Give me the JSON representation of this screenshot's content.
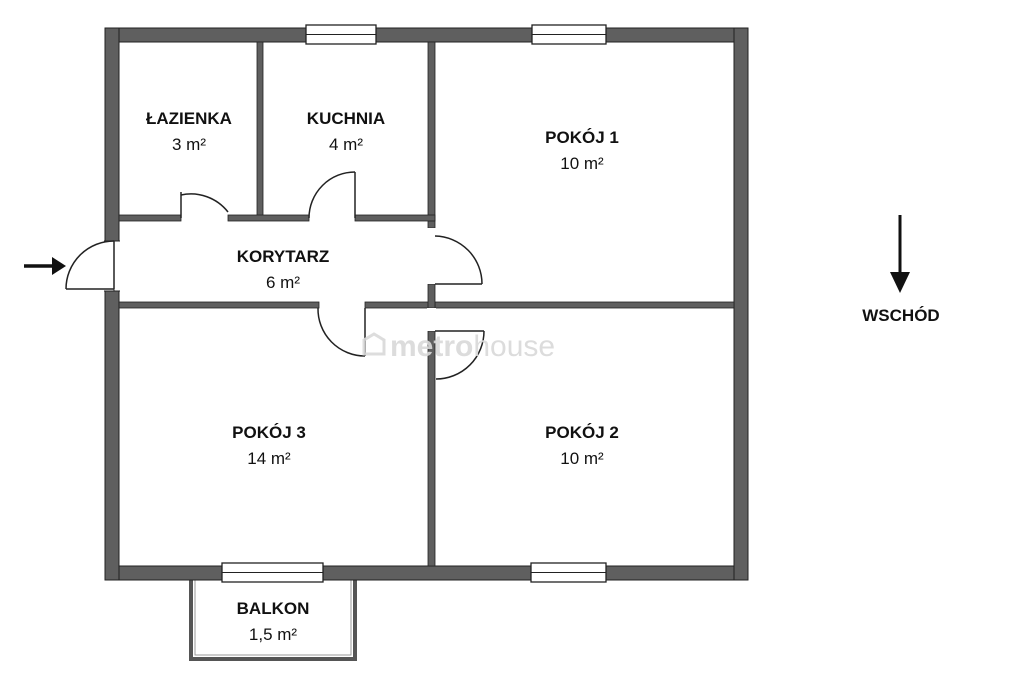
{
  "rooms": {
    "lazienka": {
      "name": "ŁAZIENKA",
      "area": "3 m²"
    },
    "kuchnia": {
      "name": "KUCHNIA",
      "area": "4 m²"
    },
    "pokoj1": {
      "name": "POKÓJ 1",
      "area": "10 m²"
    },
    "korytarz": {
      "name": "KORYTARZ",
      "area": "6 m²"
    },
    "pokoj3": {
      "name": "POKÓJ 3",
      "area": "14 m²"
    },
    "pokoj2": {
      "name": "POKÓJ 2",
      "area": "10 m²"
    },
    "balkon": {
      "name": "BALKON",
      "area": "1,5 m²"
    }
  },
  "compass": {
    "label": "WSCHÓD"
  },
  "watermark": {
    "brand_a": "metro",
    "brand_b": "house"
  },
  "colors": {
    "wall": "#5f5f5f",
    "wall_outline": "#222222",
    "watermark": "#d9d9d9"
  }
}
